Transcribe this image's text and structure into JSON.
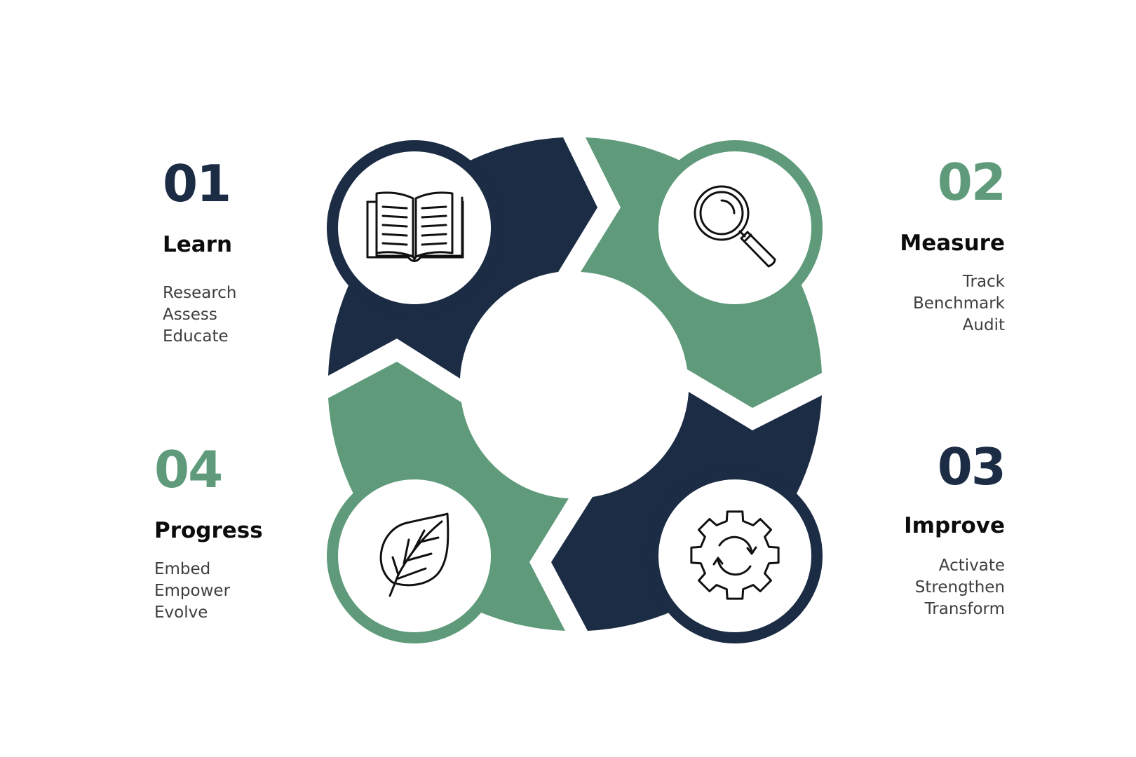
{
  "colors": {
    "navy": "#1b2c44",
    "green": "#5f9b7b",
    "background": "#ffffff"
  },
  "steps": [
    {
      "number": "01",
      "title": "Learn",
      "items": [
        "Research",
        "Assess",
        "Educate"
      ],
      "color": "#1b2c44",
      "icon": "open-book-icon"
    },
    {
      "number": "02",
      "title": "Measure",
      "items": [
        "Track",
        "Benchmark",
        "Audit"
      ],
      "color": "#5f9b7b",
      "icon": "magnifying-glass-icon"
    },
    {
      "number": "03",
      "title": "Improve",
      "items": [
        "Activate",
        "Strengthen",
        "Transform"
      ],
      "color": "#1b2c44",
      "icon": "gear-refresh-icon"
    },
    {
      "number": "04",
      "title": "Progress",
      "items": [
        "Embed",
        "Empower",
        "Evolve"
      ],
      "color": "#5f9b7b",
      "icon": "leaf-icon"
    }
  ]
}
